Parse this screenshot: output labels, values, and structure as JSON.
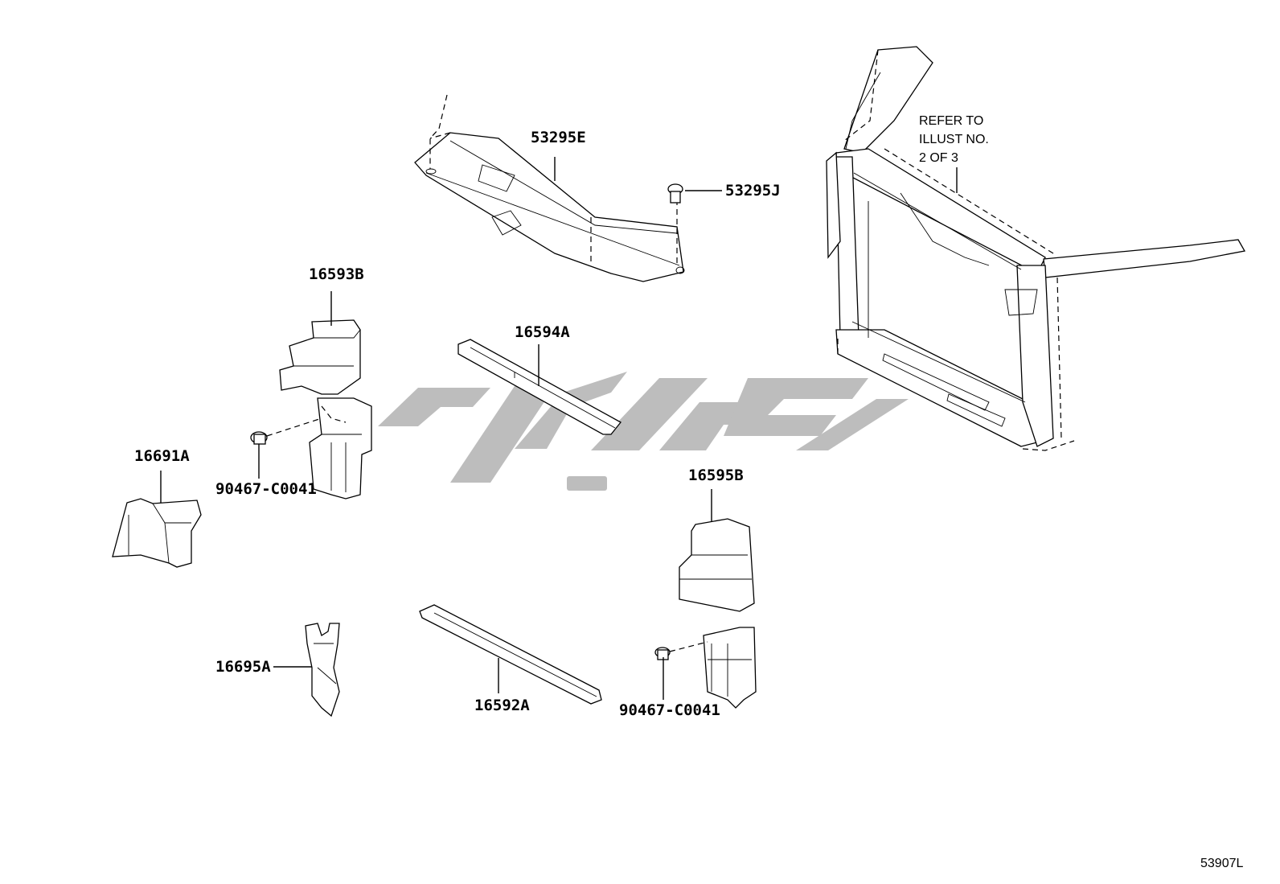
{
  "labels": {
    "p53295E": "53295E",
    "p53295J": "53295J",
    "p16593B": "16593B",
    "p16594A": "16594A",
    "p16691A": "16691A",
    "p90467a": "90467-C0041",
    "p16595B": "16595B",
    "p16695A": "16695A",
    "p16592A": "16592A",
    "p90467b": "90467-C0041"
  },
  "refer_note": [
    "REFER TO",
    "ILLUST NO.",
    "2 OF 3"
  ],
  "illustration_code": "53907L",
  "colors": {
    "line": "#000000",
    "watermark": "#bdbdbd",
    "background": "#ffffff"
  }
}
